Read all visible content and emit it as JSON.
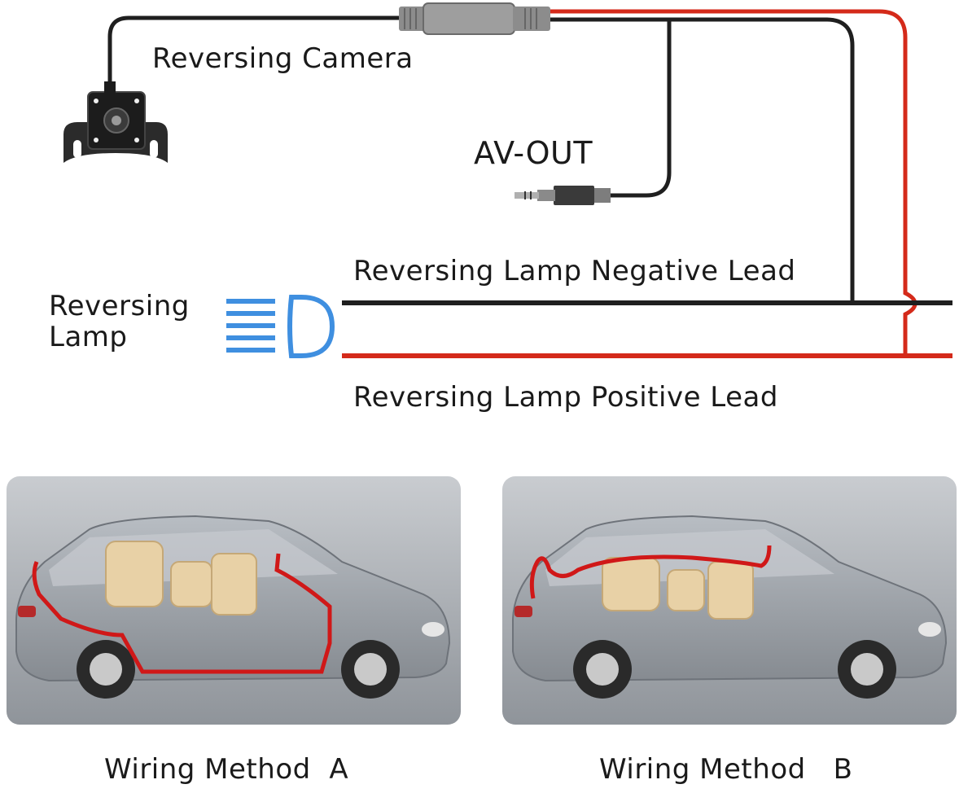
{
  "diagram": {
    "camera_label": "Reversing Camera",
    "av_out_label": "AV-OUT",
    "lamp_label_line1": "Reversing",
    "lamp_label_line2": "Lamp",
    "negative_lead_label": "Reversing Lamp Negative Lead",
    "positive_lead_label": "Reversing Lamp Positive Lead"
  },
  "wiring_methods": [
    {
      "label": "Wiring Method  A"
    },
    {
      "label": "Wiring Method   B"
    }
  ],
  "colors": {
    "negative_wire": "#1f1f1f",
    "positive_wire": "#d42a1a",
    "lamp_icon": "#3f8fe0",
    "route_line": "#d01818",
    "panel_bg": "#a9adb3",
    "car_body": "#9aa0a6",
    "seat": "#e8d1a6"
  },
  "icons": [
    "camera-icon",
    "av-jack-icon",
    "headlamp-icon",
    "car-icon"
  ]
}
